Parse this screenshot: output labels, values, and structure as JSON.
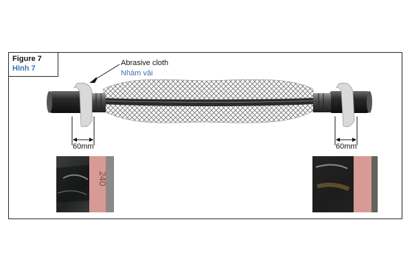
{
  "figure": {
    "label_en": "Figure 7",
    "label_vi": "Hình 7"
  },
  "callout": {
    "label_en": "Abrasive cloth",
    "label_vi": "Nhám vải"
  },
  "dimensions": {
    "left": "60mm",
    "right": "60mm"
  },
  "photos": {
    "left_marking": "240"
  },
  "colors": {
    "cable": "#1a1a1a",
    "cloth": "#d9d9d9",
    "vietnamese_text": "#3a6fb6",
    "photo_cloth": "#d89a94"
  }
}
